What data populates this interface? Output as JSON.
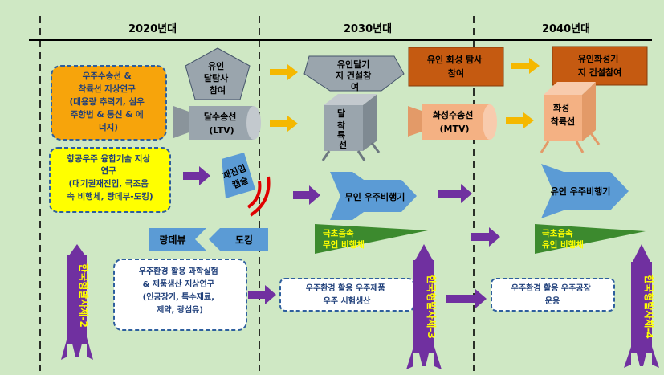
{
  "timeline": {
    "eras": [
      "2020년대",
      "2030년대",
      "2040년대"
    ]
  },
  "colors": {
    "background": "#cfe8c4",
    "orange": "#f7a40b",
    "yellow": "#ffff00",
    "gray": "#9aa5ad",
    "blue": "#5b9bd5",
    "brown": "#c55a11",
    "peach": "#f4b183",
    "green": "#3c8a2e",
    "purple": "#7030a0",
    "arrow_orange": "#f5b800",
    "red": "#e00000"
  },
  "boxes": {
    "launch_vehicle_research": [
      "우주수송선 &",
      "착륙선 지상연구",
      "(대용량 추력기, 심우",
      "주항법 & 통신 &   에",
      "너지)"
    ],
    "aerospace_fusion_research": [
      "항공우주 융합기술 지상",
      "연구",
      "(대기권재진입, 극조음",
      "속 비행체, 랑데부-도킹)"
    ],
    "space_env_research": [
      "우주환경  활용  과학실험",
      "&  제품생산  지상연구",
      "(인공장기, 특수재료,",
      "제약,  광섬유)"
    ],
    "space_products": [
      "우주환경  활용  우주제품",
      "우주  시험생산"
    ],
    "space_factory": [
      "우주환경  활용  우주공장",
      "운용"
    ]
  },
  "shapes": {
    "manned_lunar": [
      "유인",
      "달탐사",
      "참여"
    ],
    "lunar_ltv": [
      "달수송선",
      "(LTV)"
    ],
    "lunar_base": [
      "유인달기",
      "지 건설참",
      "여"
    ],
    "lunar_lander": [
      "달",
      "착",
      "륙",
      "선"
    ],
    "mars_mission": [
      "유인  화성 탐사",
      "참여"
    ],
    "mars_mtv": [
      "화성수송선",
      "(MTV)"
    ],
    "mars_base": [
      "유인화성기",
      "지 건설참여"
    ],
    "mars_lander": [
      "화성",
      "착륙선"
    ],
    "reentry_capsule": [
      "재진입",
      "캡슐"
    ],
    "unmanned_spaceplane": "무인  우주비행기",
    "manned_spaceplane": "유인  우주비행기",
    "rendezvous": "랑데뷰",
    "docking": "도킹",
    "hypersonic_unmanned": [
      "극초음속",
      "무인 비행체"
    ],
    "hypersonic_manned": [
      "극초음속",
      "유인 비행체"
    ]
  },
  "rockets": [
    "한국형발사체-2",
    "한국형발사체-3",
    "한국형발사체-4"
  ]
}
